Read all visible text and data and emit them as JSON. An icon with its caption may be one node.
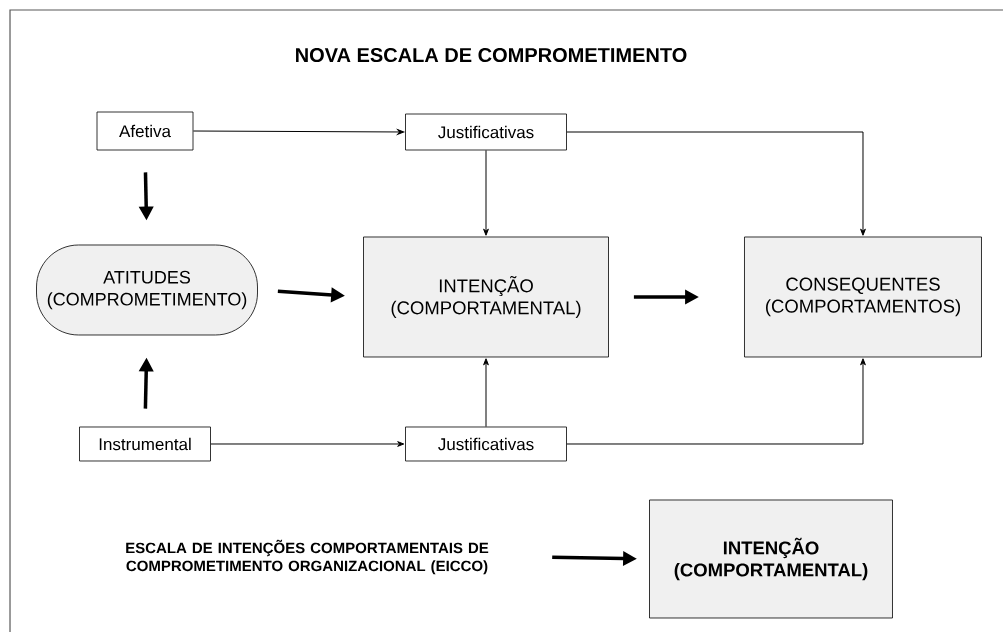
{
  "diagram": {
    "title": "NOVA ESCALA DE COMPROMETIMENTO",
    "nodes": [
      {
        "text": [
          "Afetiva"
        ]
      },
      {
        "text": [
          "Justificativas"
        ]
      },
      {
        "text": [
          "ATITUDES (COMPROMETIMENTO)"
        ]
      },
      {
        "text": [
          "INTENÇÃO (COMPORTAMENTAL)"
        ]
      },
      {
        "text": [
          "CONSEQUENTES (COMPORTAMENTOS)"
        ]
      },
      {
        "text": [
          "Instrumental"
        ]
      },
      {
        "text": [
          "Justificativas"
        ]
      },
      {
        "text": [
          "ESCALA DE INTENÇÕES COMPORTAMENTAIS DE COMPROMETIMENTO ORGANIZACIONAL (EICCO)"
        ]
      },
      {
        "text": [
          "INTENÇÃO (COMPORTAMENTAL)"
        ]
      }
    ],
    "edges": [
      {
        "from": 0,
        "to": 1,
        "arrow": "to"
      },
      {
        "from": 1,
        "to": 3,
        "arrow": "to"
      },
      {
        "from": 1,
        "to": 4,
        "arrow": "to"
      },
      {
        "from": 0,
        "to": 2,
        "arrow": "to",
        "style": "thick"
      },
      {
        "from": 5,
        "to": 2,
        "arrow": "to",
        "style": "thick"
      },
      {
        "from": 2,
        "to": 3,
        "arrow": "to",
        "style": "thick"
      },
      {
        "from": 3,
        "to": 4,
        "arrow": "to",
        "style": "thick"
      },
      {
        "from": 5,
        "to": 6,
        "arrow": "to"
      },
      {
        "from": 6,
        "to": 3,
        "arrow": "to"
      },
      {
        "from": 6,
        "to": 4,
        "arrow": "to"
      },
      {
        "from": 7,
        "to": 8,
        "arrow": "to",
        "style": "thick"
      }
    ]
  }
}
